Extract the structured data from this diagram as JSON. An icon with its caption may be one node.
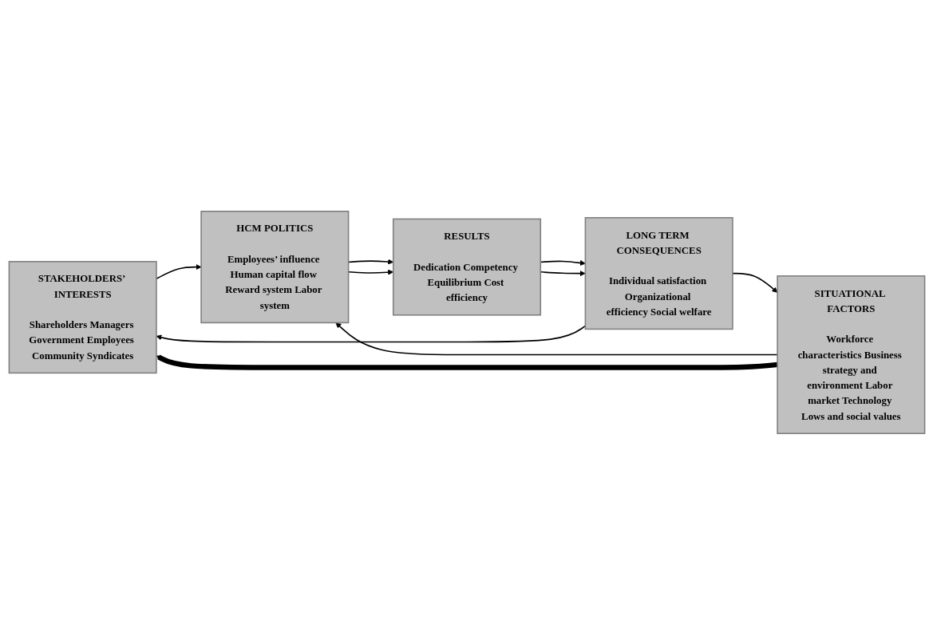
{
  "diagram": {
    "nodes": [
      {
        "text": [
          "STAKEHOLDERS’ INTERESTS",
          "Shareholders Managers Government Employees Community Syndicates"
        ]
      },
      {
        "text": [
          "SITUATIONAL FACTORS",
          "Workforce characteristics Business strategy and environment Labor market Technology Lows and social values"
        ]
      },
      {
        "text": [
          "HCM POLITICS",
          "Employees’ influence Human capital flow Reward system Labor system"
        ]
      },
      {
        "text": [
          "RESULTS",
          "Dedication Competency Equilibrium Cost efficiency"
        ]
      },
      {
        "text": [
          "LONG TERM CONSEQUENCES",
          "Individual satisfaction Organizational efficiency Social welfare"
        ]
      }
    ],
    "edges": [
      {
        "from": 0,
        "to": 2,
        "arrow": "to"
      },
      {
        "from": 1,
        "to": 2,
        "arrow": "to"
      },
      {
        "from": 2,
        "to": 3,
        "arrow": "to"
      },
      {
        "from": 2,
        "to": 3,
        "arrow": "to"
      },
      {
        "from": 3,
        "to": 4,
        "arrow": "to"
      },
      {
        "from": 3,
        "to": 4,
        "arrow": "to"
      },
      {
        "from": 4,
        "to": 0,
        "arrow": "to"
      },
      {
        "from": 4,
        "to": 1,
        "arrow": "to"
      },
      {
        "from": 1,
        "to": 0,
        "arrow": "to",
        "style": "thick"
      }
    ]
  }
}
